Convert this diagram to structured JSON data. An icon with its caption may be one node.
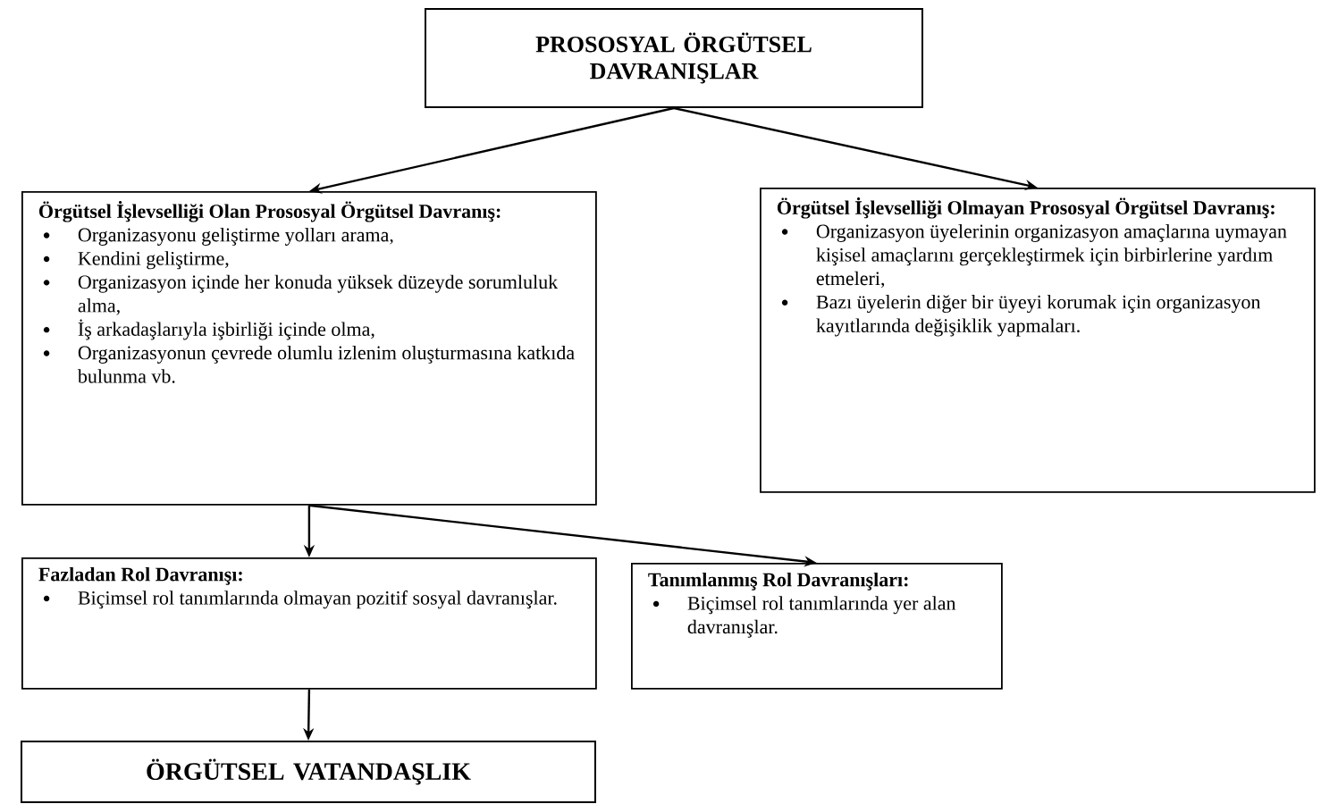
{
  "diagram": {
    "nodes": [
      {
        "text": [
          "PROSOSYAL ÖRGÜTSEL DAVRANIŞLAR"
        ]
      },
      {
        "text": [
          "Örgütsel İşlevselliği Olan Prososyal Örgütsel Davranış:",
          "Organizasyonu geliştirme yolları arama,",
          "Kendini geliştirme,",
          "Organizasyon içinde her konuda yüksek düzeyde sorumluluk alma,",
          "İş arkadaşlarıyla işbirliği içinde olma,",
          "Organizasyonun çevrede olumlu izlenim oluşturmasına katkıda bulunma vb."
        ]
      },
      {
        "text": [
          "Örgütsel İşlevselliği Olmayan Prososyal Örgütsel Davranış:",
          "Organizasyon üyelerinin organizasyon amaçlarına uymayan kişisel amaçlarını gerçekleştirmek için birbirlerine yardım etmeleri,",
          "Bazı üyelerin diğer bir üyeyi korumak için organizasyon kayıtlarında değişiklik yapmaları."
        ]
      },
      {
        "text": [
          "Fazladan Rol Davranışı:",
          "Biçimsel rol tanımlarında olmayan pozitif sosyal davranışlar."
        ]
      },
      {
        "text": [
          "Tanımlanmış Rol Davranışları:",
          "Biçimsel rol tanımlarında yer alan davranışlar."
        ]
      },
      {
        "text": [
          "ÖRGÜTSEL VATANDAŞLIK"
        ]
      }
    ],
    "edges": [
      {
        "from": 0,
        "to": 1,
        "arrow": "to"
      },
      {
        "from": 0,
        "to": 2,
        "arrow": "to"
      },
      {
        "from": 1,
        "to": 3,
        "arrow": "to"
      },
      {
        "from": 1,
        "to": 4,
        "arrow": "to"
      },
      {
        "from": 3,
        "to": 5,
        "arrow": "to"
      }
    ]
  }
}
